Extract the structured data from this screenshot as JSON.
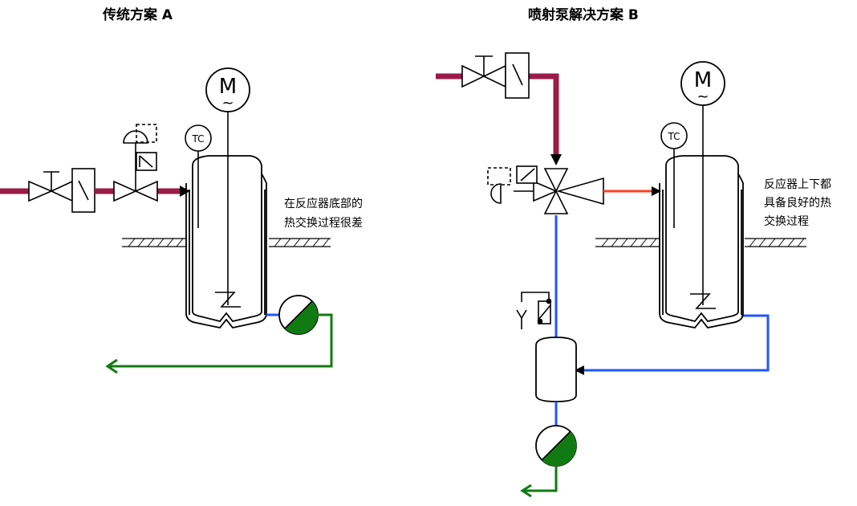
{
  "title_a": "传统方案  A",
  "title_b": "喷射泵解决方案  B",
  "note_a": [
    "在反应器底部的",
    "热交换过程很差"
  ],
  "note_b": [
    "反应器上下都",
    "具备良好的热",
    "交换过程"
  ],
  "tc_label": "TC",
  "motor_label": "M",
  "motor_tilde": "~",
  "colors": {
    "steam": "#9b1b47",
    "water": "#2255ff",
    "condensate": "#127a12",
    "hot_outlet": "#ff4020",
    "line": "#000000"
  },
  "icons": [
    "globe-valve-icon",
    "solenoid-actuator-icon",
    "control-valve-icon",
    "motor-icon",
    "temperature-controller-icon",
    "pump-icon",
    "ejector-icon",
    "three-way-valve-icon",
    "check-valve-icon",
    "separator-vessel-icon"
  ]
}
